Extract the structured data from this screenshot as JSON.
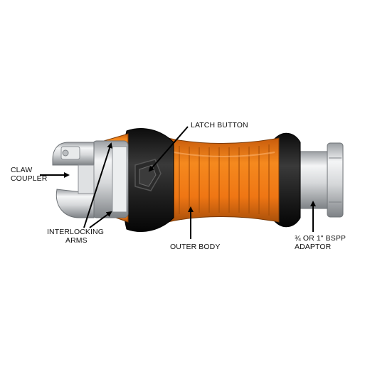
{
  "labels": {
    "claw_coupler": [
      "CLAW",
      "COUPLER"
    ],
    "latch_button": "LATCH BUTTON",
    "interlocking_arms": [
      "INTERLOCKING",
      "ARMS"
    ],
    "outer_body": "OUTER BODY",
    "adaptor": [
      "¾ OR 1\" BSPP",
      "ADAPTOR"
    ]
  },
  "colors": {
    "orange": "#f07a18",
    "orange_dark": "#b4520a",
    "black": "#1a1a1a",
    "steel": "#d8dadc",
    "steel_dark": "#8c9094",
    "arrow": "#000000"
  }
}
